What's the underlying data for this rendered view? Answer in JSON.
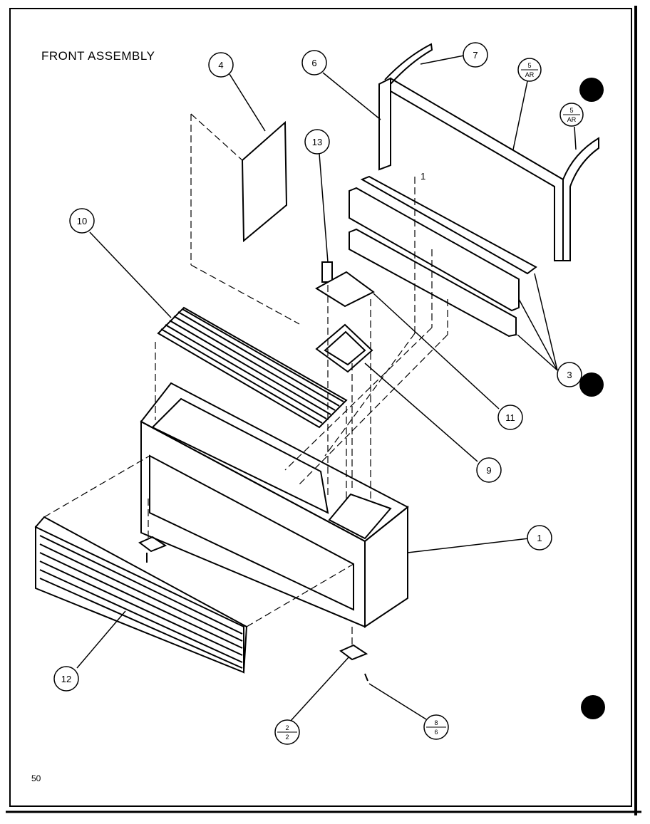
{
  "title": "FRONT ASSEMBLY",
  "page_number": "50",
  "callouts": [
    {
      "id": "4",
      "text": "4"
    },
    {
      "id": "6",
      "text": "6"
    },
    {
      "id": "7",
      "text": "7"
    },
    {
      "id": "13",
      "text": "13"
    },
    {
      "id": "10",
      "text": "10"
    },
    {
      "id": "3",
      "text": "3"
    },
    {
      "id": "11",
      "text": "11"
    },
    {
      "id": "9",
      "text": "9"
    },
    {
      "id": "1",
      "text": "1"
    },
    {
      "id": "12",
      "text": "12"
    }
  ],
  "fraction_callouts": [
    {
      "id": "5-ar-a",
      "top": "5",
      "bottom": "AR"
    },
    {
      "id": "5-ar-b",
      "top": "5",
      "bottom": "AR"
    },
    {
      "id": "2-2",
      "top": "2",
      "bottom": "2"
    },
    {
      "id": "8-6",
      "top": "8",
      "bottom": "6"
    }
  ],
  "line_label": "1"
}
